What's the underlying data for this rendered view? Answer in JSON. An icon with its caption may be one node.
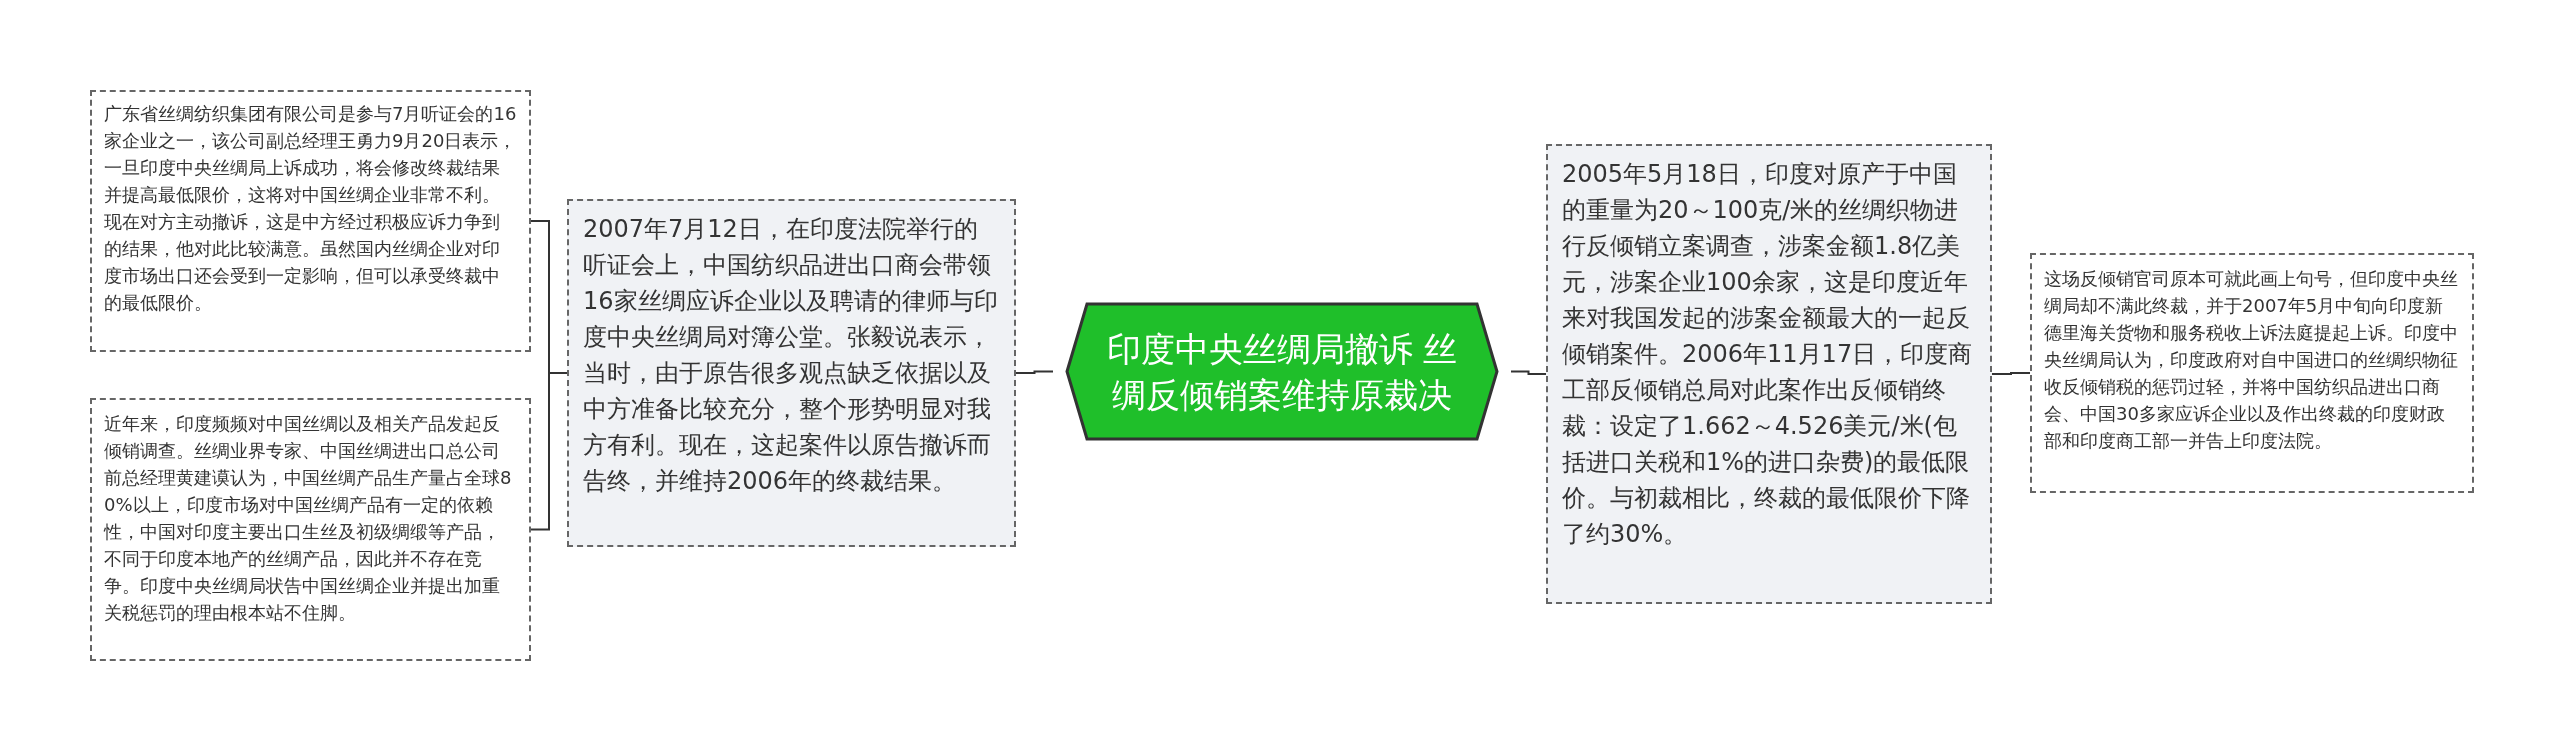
{
  "diagram": {
    "nodes": [
      {
        "text": [
          "印度中央丝绸局撤诉 丝绸反倾销案维持原裁决"
        ]
      },
      {
        "text": [
          "2007年7月12日，在印度法院举行的听证会上，中国纺织品进出口商会带领16家丝绸应诉企业以及聘请的律师与印度中央丝绸局对簿公堂。张毅说表示，当时，由于原告很多观点缺乏依据以及中方准备比较充分，整个形势明显对我方有利。现在，这起案件以原告撤诉而告终，并维持2006年的终裁结果。"
        ]
      },
      {
        "text": [
          "广东省丝绸纺织集团有限公司是参与7月听证会的16家企业之一，该公司副总经理王勇力9月20日表示，一旦印度中央丝绸局上诉成功，将会修改终裁结果并提高最低限价，这将对中国丝绸企业非常不利。现在对方主动撤诉，这是中方经过积极应诉力争到的结果，他对此比较满意。虽然国内丝绸企业对印度市场出口还会受到一定影响，但可以承受终裁中的最低限价。"
        ]
      },
      {
        "text": [
          "近年来，印度频频对中国丝绸以及相关产品发起反倾销调查。丝绸业界专家、中国丝绸进出口总公司前总经理黄建谟认为，中国丝绸产品生产量占全球80%以上，印度市场对中国丝绸产品有一定的依赖性，中国对印度主要出口生丝及初级绸缎等产品，不同于印度本地产的丝绸产品，因此并不存在竞争。印度中央丝绸局状告中国丝绸企业并提出加重关税惩罚的理由根本站不住脚。"
        ]
      },
      {
        "text": [
          "2005年5月18日，印度对原产于中国的重量为20～100克/米的丝绸织物进行反倾销立案调查，涉案金额1.8亿美元，涉案企业100余家，这是印度近年来对我国发起的涉案金额最大的一起反倾销案件。2006年11月17日，印度商工部反倾销总局对此案作出反倾销终裁：设定了1.662～4.526美元/米(包括进口关税和1%的进口杂费)的最低限价。与初裁相比，终裁的最低限价下降了约30%。"
        ]
      },
      {
        "text": [
          "这场反倾销官司原本可就此画上句号，但印度中央丝绸局却不满此终裁，并于2007年5月中旬向印度新德里海关货物和服务税收上诉法庭提起上诉。印度中央丝绸局认为，印度政府对自中国进口的丝绸织物征收反倾销税的惩罚过轻，并将中国纺织品进出口商会、中国30多家应诉企业以及作出终裁的印度财政部和印度商工部一并告上印度法院。"
        ]
      }
    ],
    "edges": [
      {
        "from": 0,
        "to": 1,
        "arrow": "none"
      },
      {
        "from": 1,
        "to": 2,
        "arrow": "none"
      },
      {
        "from": 1,
        "to": 3,
        "arrow": "none"
      },
      {
        "from": 0,
        "to": 4,
        "arrow": "none"
      },
      {
        "from": 4,
        "to": 5,
        "arrow": "none"
      }
    ]
  }
}
